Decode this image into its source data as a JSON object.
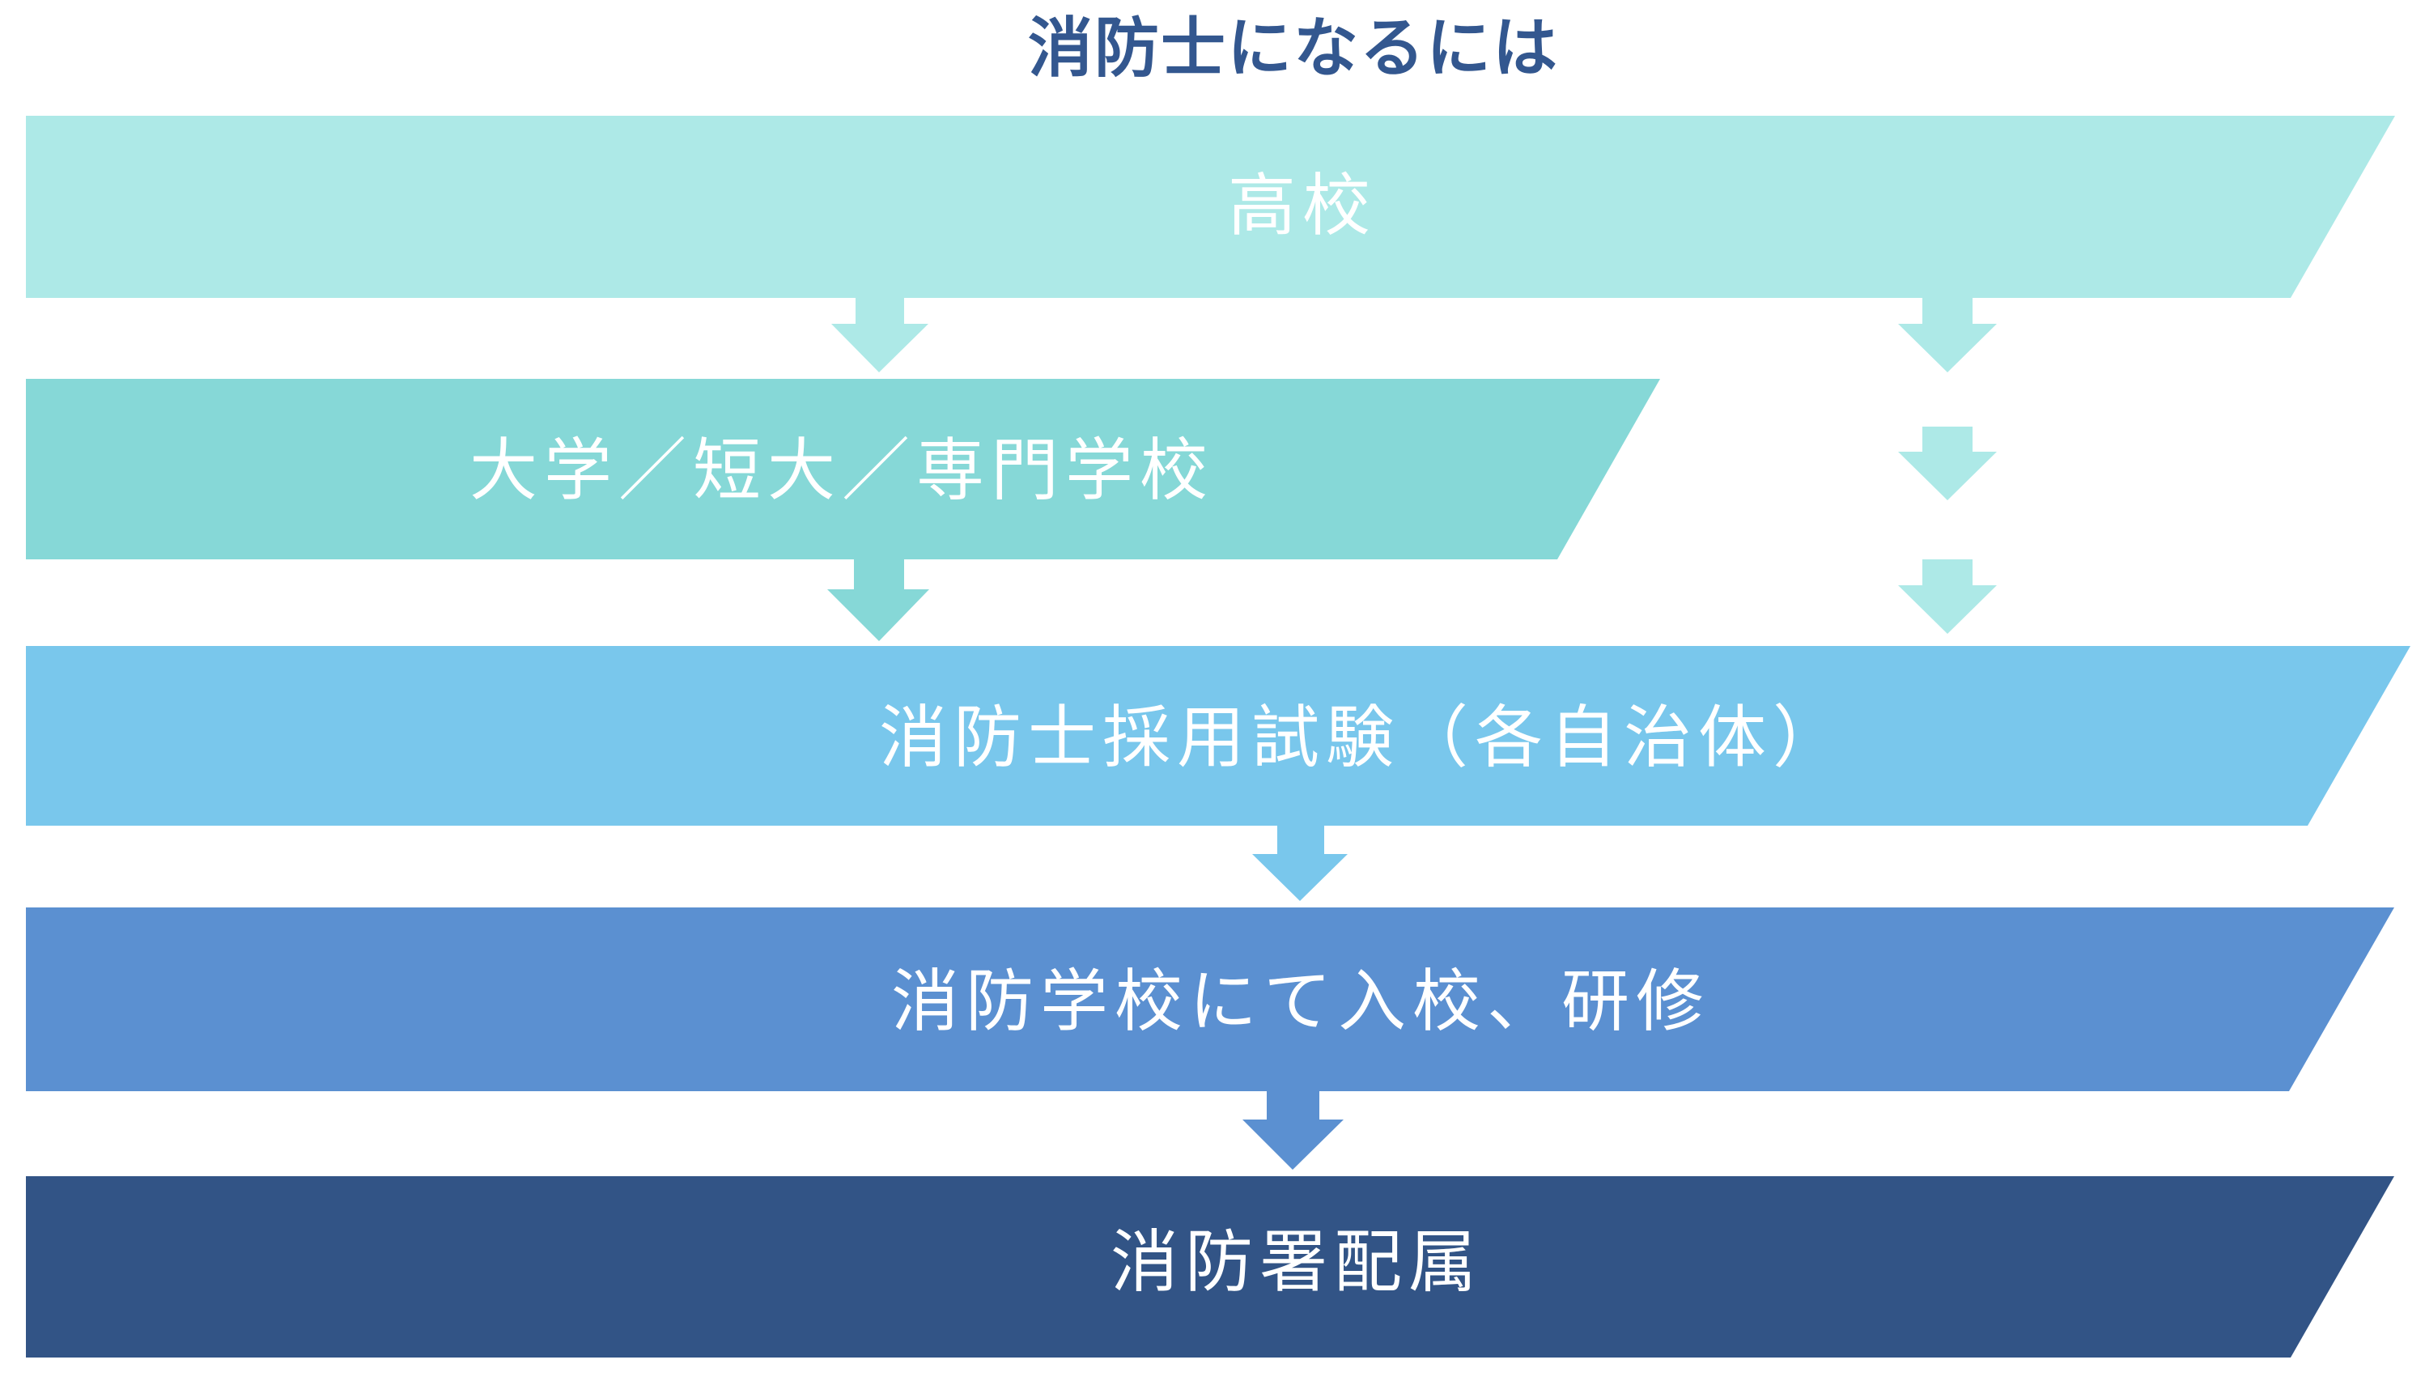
{
  "title": {
    "text": "消防士になるには",
    "color": "#33578f"
  },
  "steps": [
    {
      "label": "高校",
      "color": "#ade9e7"
    },
    {
      "label": "大学／短大／専門学校",
      "color": "#86d8d7"
    },
    {
      "label": "消防士採用試験（各自治体）",
      "color": "#79c7ec"
    },
    {
      "label": "消防学校にて入校、研修",
      "color": "#5b90d1"
    },
    {
      "label": "消防署配属",
      "color": "#325486"
    }
  ],
  "flow": {
    "path_via_university": [
      "高校",
      "大学／短大／専門学校",
      "消防士採用試験（各自治体）"
    ],
    "path_direct": [
      "高校",
      "消防士採用試験（各自治体）"
    ],
    "continuation": [
      "消防士採用試験（各自治体）",
      "消防学校にて入校、研修",
      "消防署配属"
    ]
  },
  "text_color": "#ffffff"
}
